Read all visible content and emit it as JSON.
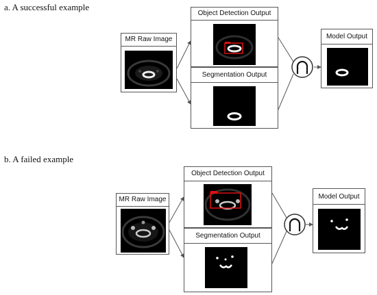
{
  "section_a": {
    "label": "a. A successful example",
    "raw_title": "MR Raw Image",
    "detect_title": "Object Detection Output",
    "seg_title": "Segmentation Output",
    "model_title": "Model Output",
    "operator": "∩"
  },
  "section_b": {
    "label": "b. A failed example",
    "raw_title": "MR Raw Image",
    "detect_title": "Object Detection Output",
    "seg_title": "Segmentation Output",
    "model_title": "Model Output",
    "operator": "∩"
  },
  "colors": {
    "line": "#555555",
    "detection_box": "#e01010",
    "image_bg": "#000000"
  }
}
